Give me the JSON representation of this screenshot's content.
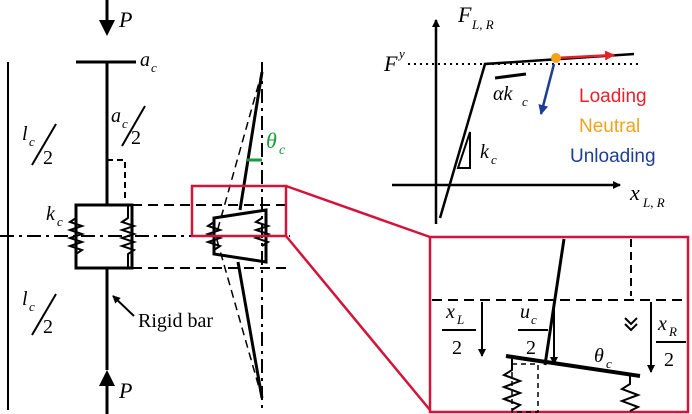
{
  "labels": {
    "load": "P",
    "load_bottom": "P",
    "ac_sym": "a",
    "ac_sub": "c",
    "ac_half_sym": "a",
    "ac_half_sub": "c",
    "half": "2",
    "lc_sym": "l",
    "lc_sub": "c",
    "kc_sym": "k",
    "kc_sub": "c",
    "rigid_bar": "Rigid bar",
    "theta_sym": "θ",
    "theta_sub": "c",
    "theta_inset_sym": "θ",
    "theta_inset_sub": "c",
    "xL_sym": "x",
    "xL_sub": "L",
    "uc_sym": "u",
    "uc_sub": "c",
    "xR_sym": "x",
    "xR_sub": "R"
  },
  "graph": {
    "y_axis_sym": "F",
    "y_axis_sub": "L, R",
    "x_axis_sym": "x",
    "x_axis_sub": "L, R",
    "yield_sym": "F",
    "yield_sup": "y",
    "slope_post_sym": "αk",
    "slope_post_sub": "c",
    "slope_init_sym": "k",
    "slope_init_sub": "c"
  },
  "legend": [
    {
      "label": "Loading",
      "color": "#e8202a"
    },
    {
      "label": "Neutral",
      "color": "#f2a21b"
    },
    {
      "label": "Unloading",
      "color": "#1c3f94"
    }
  ],
  "colors": {
    "highlight_box": "#d2143a",
    "theta_color": "#1a9b3c",
    "loading_arrow": "#e8202a",
    "unloading_arrow": "#1c3f94",
    "neutral_dot": "#f2a21b"
  }
}
